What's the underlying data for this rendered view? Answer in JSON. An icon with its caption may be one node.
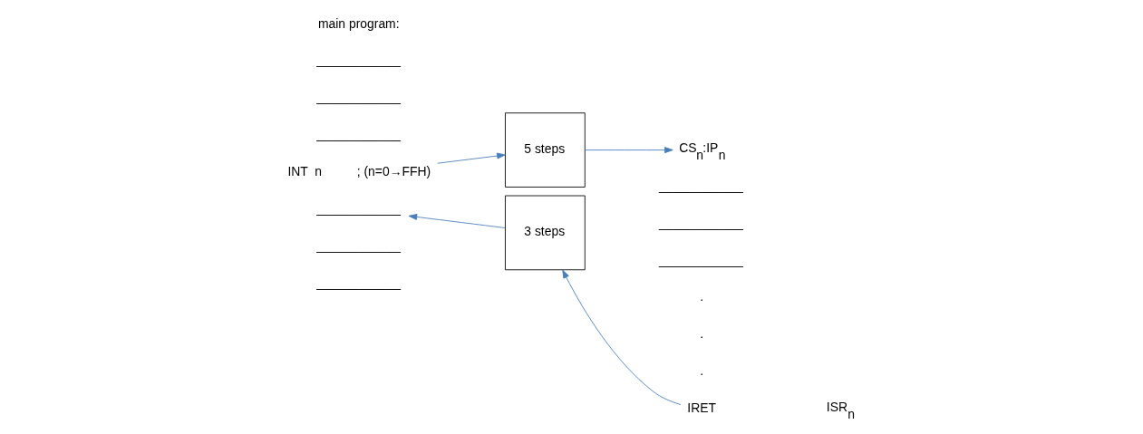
{
  "diagram": {
    "nodes": [
      {
        "text": [
          "INT  n          ; (n=0→FFH)"
        ]
      },
      {
        "text": [
          "5 steps"
        ]
      },
      {
        "text": [
          "CS$_{n}$:IP$_{n}$"
        ]
      },
      {
        "text": [
          "IRET"
        ]
      },
      {
        "text": [
          "3 steps"
        ]
      },
      {
        "text": [
          "____________"
        ]
      }
    ],
    "edges": [
      {
        "from": 0,
        "to": 1,
        "arrow": "to"
      },
      {
        "from": 1,
        "to": 2,
        "arrow": "to"
      },
      {
        "from": 3,
        "to": 4,
        "arrow": "to"
      },
      {
        "from": 4,
        "to": 5,
        "arrow": "to"
      }
    ],
    "labels": [
      "main program:",
      "____________",
      "____________",
      "____________",
      "____________",
      "____________",
      "____________",
      "____________",
      "____________",
      ".",
      ".",
      ".",
      "ISR$_{n}$"
    ]
  }
}
